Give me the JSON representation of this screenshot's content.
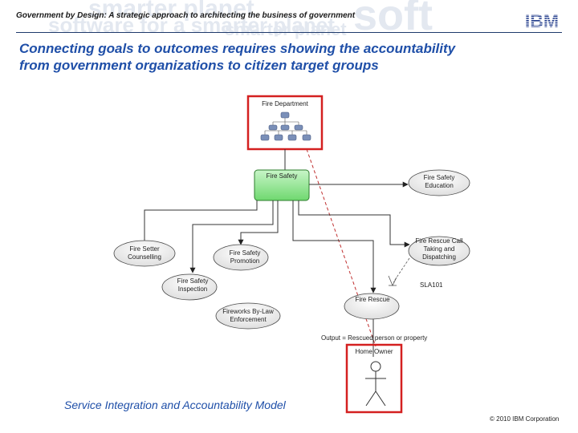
{
  "header": {
    "title": "Government by Design: A strategic approach to architecting the business of government",
    "logo_text": "IBM",
    "watermark": [
      "smarter planet",
      "software for a smarter planet",
      "soft",
      "smarter planet"
    ]
  },
  "slide": {
    "title_lines": [
      "Connecting goals to outcomes requires showing the accountability",
      "from government organizations to citizen target groups"
    ]
  },
  "diagram": {
    "org_box": "Fire Department",
    "central_node": "Fire Safety",
    "use_cases": {
      "education": [
        "Fire Safety",
        "Education"
      ],
      "call_taking": [
        "Fire Rescue Call",
        "Taking and",
        "Dispatching"
      ],
      "counselling": [
        "Fire Setter",
        "Counselling"
      ],
      "promotion": [
        "Fire Safety",
        "Promotion"
      ],
      "inspection": [
        "Fire Safety",
        "Inspection"
      ],
      "fireworks": [
        "Fireworks By-Law",
        "Enforcement"
      ],
      "rescue": [
        "Fire Rescue"
      ]
    },
    "sla_label": "SLA101",
    "output_label": "Output = Rescued person or property",
    "actor": "Home Owner"
  },
  "caption": "Service Integration and Accountability  Model",
  "copyright": "© 2010 IBM Corporation",
  "colors": {
    "title": "#1f4fa8",
    "highlight": "#d42020",
    "node_green": "#9be89b",
    "header_rule": "#1f3a6b"
  }
}
